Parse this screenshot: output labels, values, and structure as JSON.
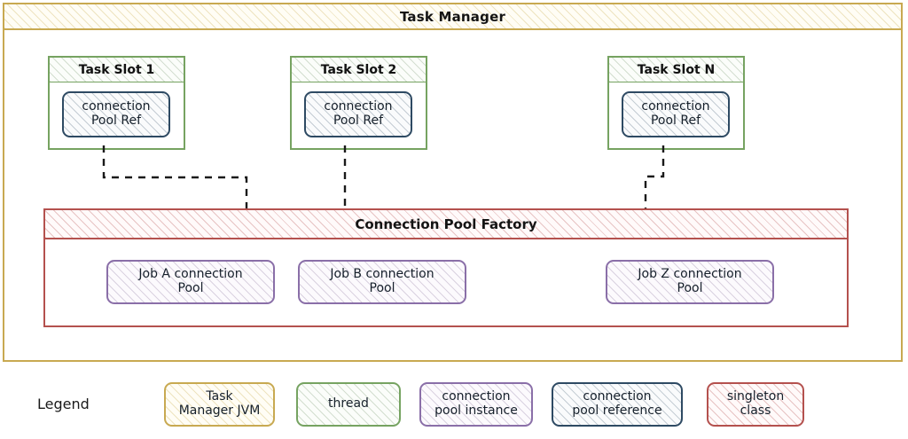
{
  "diagram": {
    "title": "Task Manager",
    "container": {
      "label": "Task Manager",
      "border_color": "#c8a951"
    },
    "task_slots": [
      {
        "title": "Task Slot 1",
        "pool_ref_line1": "connection",
        "pool_ref_line2": "Pool Ref",
        "border_color": "#76a361",
        "ref_border_color": "#2e4a63"
      },
      {
        "title": "Task Slot 2",
        "pool_ref_line1": "connection",
        "pool_ref_line2": "Pool Ref",
        "border_color": "#76a361",
        "ref_border_color": "#2e4a63"
      },
      {
        "title": "Task Slot N",
        "pool_ref_line1": "connection",
        "pool_ref_line2": "Pool Ref",
        "border_color": "#76a361",
        "ref_border_color": "#2e4a63"
      }
    ],
    "factory": {
      "title": "Connection Pool Factory",
      "border_color": "#b4514e",
      "pools": [
        {
          "line1": "Job A connection",
          "line2": "Pool",
          "border_color": "#8a6fa8"
        },
        {
          "line1": "Job B connection",
          "line2": "Pool",
          "border_color": "#8a6fa8"
        },
        {
          "line1": "Job Z connection",
          "line2": "Pool",
          "border_color": "#8a6fa8"
        }
      ]
    },
    "connectors": {
      "style": "dashed",
      "color": "#1a1a1a",
      "description": "Each Task Slot connection Pool Ref links down to the Connection Pool Factory"
    }
  },
  "legend": {
    "label": "Legend",
    "items": [
      {
        "line1": "Task",
        "line2": "Manager JVM",
        "color": "#c8a951",
        "swatch": "task-manager-jvm"
      },
      {
        "line1": "thread",
        "line2": "",
        "color": "#76a361",
        "swatch": "thread"
      },
      {
        "line1": "connection",
        "line2": "pool instance",
        "color": "#8a6fa8",
        "swatch": "connection-pool-instance"
      },
      {
        "line1": "connection",
        "line2": "pool reference",
        "color": "#2e4a63",
        "swatch": "connection-pool-reference"
      },
      {
        "line1": "singleton",
        "line2": "class",
        "color": "#b4514e",
        "swatch": "singleton-class"
      }
    ]
  }
}
